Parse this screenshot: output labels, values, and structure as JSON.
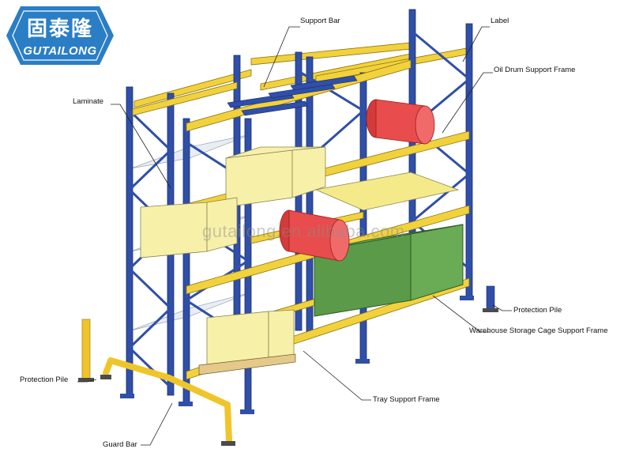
{
  "logo": {
    "chinese": "固泰隆",
    "english": "GUTAILONG"
  },
  "watermark": "gutailong.en.alibaba.com",
  "labels": {
    "support_bar": "Support Bar",
    "label": "Label",
    "oil_drum_support_frame": "Oil Drum Support Frame",
    "laminate": "Laminate",
    "protection_pile_right": "Protection Pile",
    "warehouse_storage_cage_support_frame": "Warehouse Storage Cage Support Frame",
    "protection_pile_left": "Protection Pile",
    "tray_support_frame": "Tray Support Frame",
    "guard_bar": "Guard Bar"
  },
  "colors": {
    "upright_blue": "#2f4fa8",
    "beam_yellow": "#f2d23c",
    "guard_yellow": "#f0c52a",
    "drum_red": "#e84c4c",
    "box_yellow": "#f7f0a8",
    "cage_green": "#5a9a48",
    "logo_blue": "#2a7ec5"
  }
}
